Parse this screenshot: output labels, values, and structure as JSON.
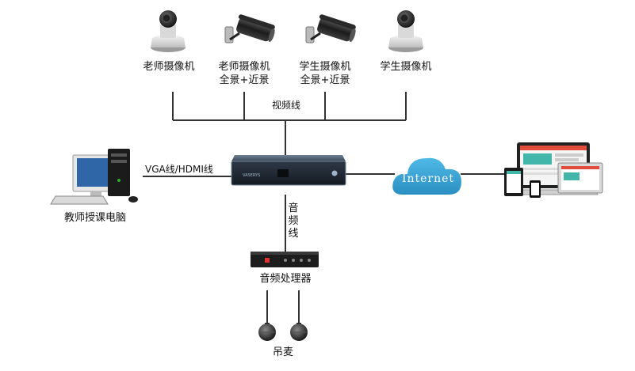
{
  "cameras": [
    {
      "type": "ptz",
      "line1": "老师摄像机",
      "line2": ""
    },
    {
      "type": "bullet",
      "line1": "老师摄像机",
      "line2": "全景+近景"
    },
    {
      "type": "bullet",
      "line1": "学生摄像机",
      "line2": "全景+近景"
    },
    {
      "type": "ptz",
      "line1": "学生摄像机",
      "line2": ""
    }
  ],
  "video_line_label": "视频线",
  "vga_label": "VGA线/HDMI线",
  "audio_line_chars": [
    "音",
    "频",
    "线"
  ],
  "teacher_pc_label": "教师授课电脑",
  "audio_processor_label": "音频处理器",
  "mic_label": "吊麦",
  "internet_label": "Internet",
  "recorder_brand": "VASERYS",
  "colors": {
    "line": "#333333",
    "cloud": "#35a6d6",
    "device": "#3c4b5c"
  }
}
